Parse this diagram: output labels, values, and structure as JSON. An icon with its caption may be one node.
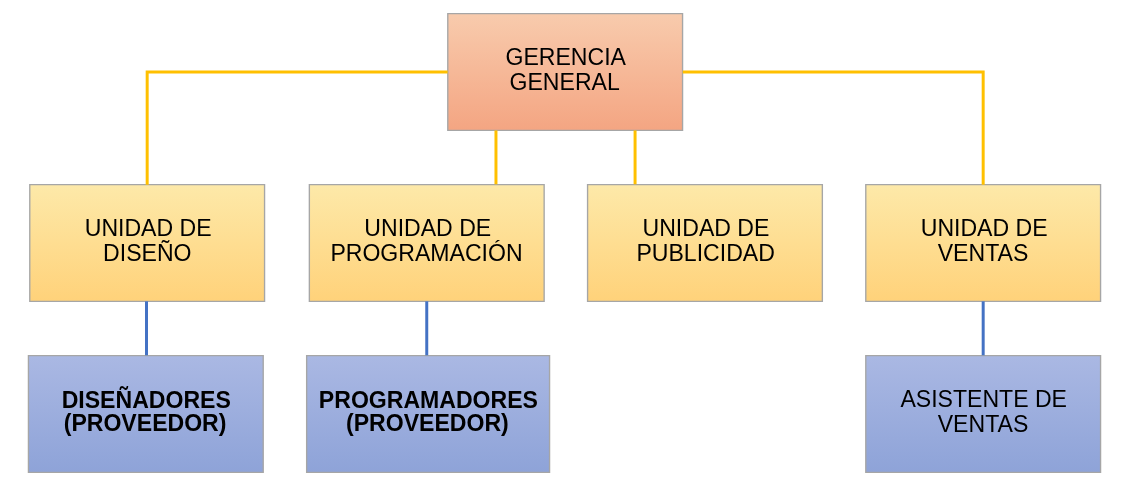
{
  "diagram": {
    "nodes": [
      {
        "text": [
          "GERENCIA GENERAL"
        ]
      },
      {
        "text": [
          "UNIDAD DE DISEÑO"
        ]
      },
      {
        "text": [
          "UNIDAD DE PROGRAMACIÓN"
        ]
      },
      {
        "text": [
          "UNIDAD DE PUBLICIDAD"
        ]
      },
      {
        "text": [
          "UNIDAD DE VENTAS"
        ]
      },
      {
        "text": [
          "DISEÑADORES (PROVEEDOR)"
        ]
      },
      {
        "text": [
          "PROGRAMADORES (PROVEEDOR)"
        ]
      },
      {
        "text": [
          "ASISTENTE DE VENTAS"
        ]
      }
    ],
    "edges": [
      {
        "from": 0,
        "to": 1,
        "arrow": "none"
      },
      {
        "from": 0,
        "to": 2,
        "arrow": "none"
      },
      {
        "from": 0,
        "to": 3,
        "arrow": "none"
      },
      {
        "from": 0,
        "to": 4,
        "arrow": "none"
      },
      {
        "from": 1,
        "to": 5,
        "arrow": "none",
        "color": "#4472c4"
      },
      {
        "from": 2,
        "to": 6,
        "arrow": "none",
        "color": "#4472c4"
      },
      {
        "from": 4,
        "to": 7,
        "arrow": "none",
        "color": "#4472c4"
      }
    ]
  }
}
